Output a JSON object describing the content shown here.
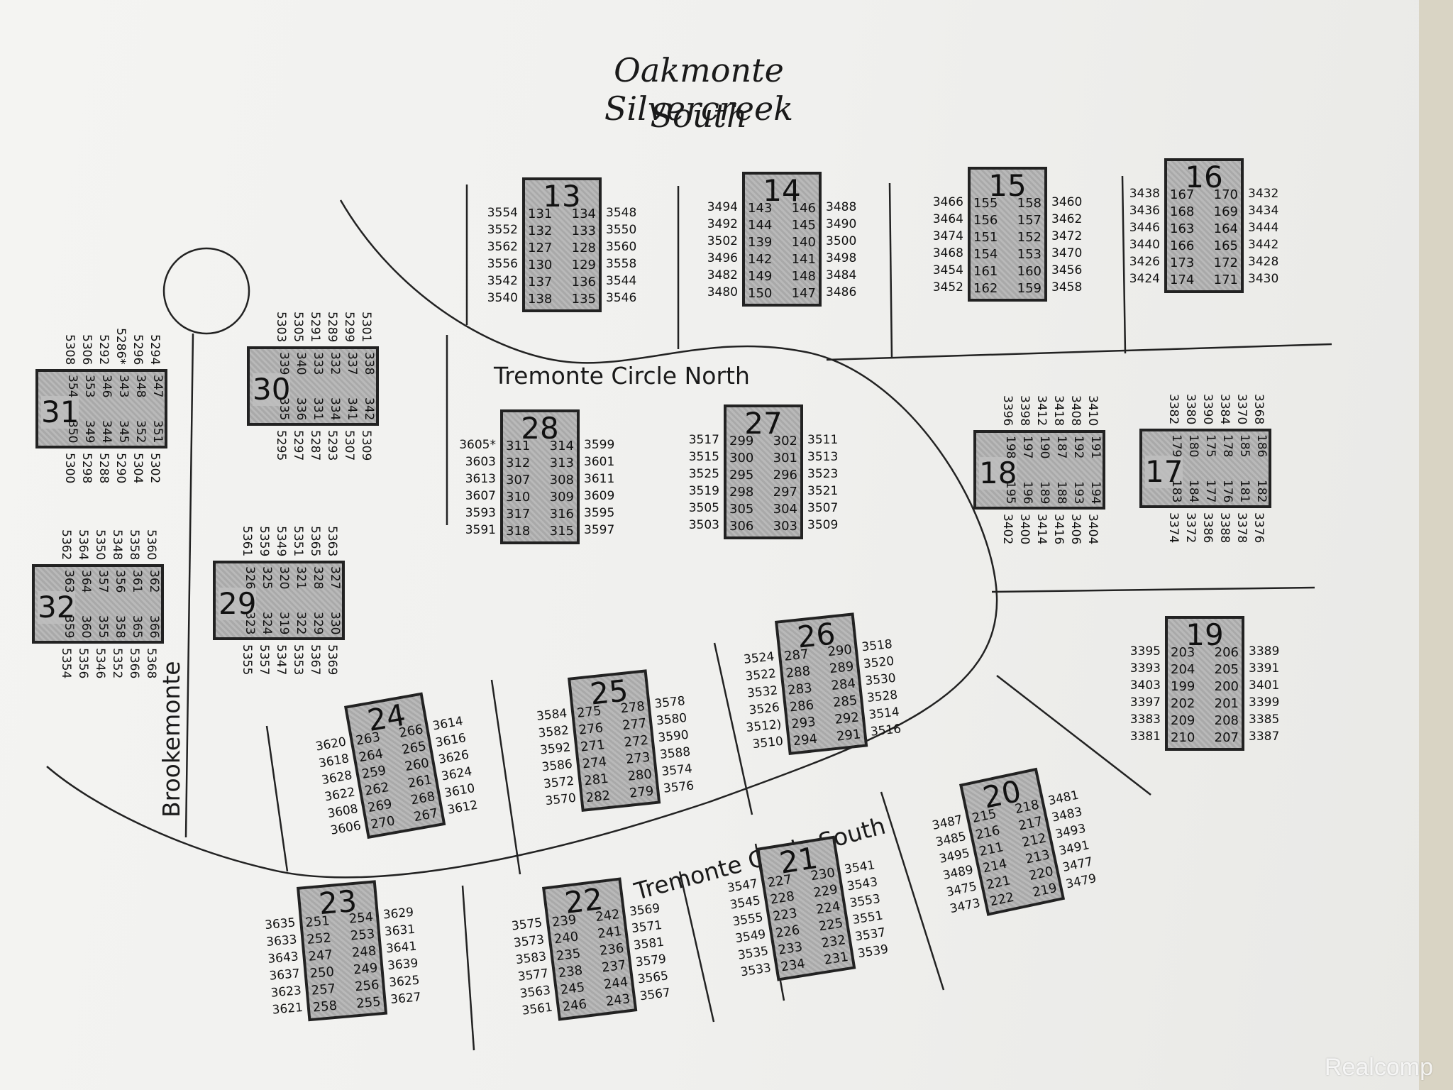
{
  "title": {
    "line1": "Oakmonte Silvercreek",
    "line2": "South"
  },
  "roads": {
    "north": "Tremonte Circle North",
    "south": "Tremonte Circle South",
    "brooke": "Brookemonte"
  },
  "watermark": "Realcomp",
  "buildings": [
    {
      "num": "13",
      "left": [
        "131",
        "132",
        "127",
        "130",
        "137",
        "138"
      ],
      "right": [
        "134",
        "133",
        "128",
        "129",
        "136",
        "135"
      ],
      "addrLeft": [
        "3554",
        "3552",
        "3562",
        "3556",
        "3542",
        "3540"
      ],
      "addrRight": [
        "3548",
        "3550",
        "3560",
        "3558",
        "3544",
        "3546"
      ]
    },
    {
      "num": "14",
      "left": [
        "143",
        "144",
        "139",
        "142",
        "149",
        "150"
      ],
      "right": [
        "146",
        "145",
        "140",
        "141",
        "148",
        "147"
      ],
      "addrLeft": [
        "3494",
        "3492",
        "3502",
        "3496",
        "3482",
        "3480"
      ],
      "addrRight": [
        "3488",
        "3490",
        "3500",
        "3498",
        "3484",
        "3486"
      ]
    },
    {
      "num": "15",
      "left": [
        "155",
        "156",
        "151",
        "154",
        "161",
        "162"
      ],
      "right": [
        "158",
        "157",
        "152",
        "153",
        "160",
        "159"
      ],
      "addrLeft": [
        "3466",
        "3464",
        "3474",
        "3468",
        "3454",
        "3452"
      ],
      "addrRight": [
        "3460",
        "3462",
        "3472",
        "3470",
        "3456",
        "3458"
      ]
    },
    {
      "num": "16",
      "left": [
        "167",
        "168",
        "163",
        "166",
        "173",
        "174"
      ],
      "right": [
        "170",
        "169",
        "164",
        "165",
        "172",
        "171"
      ],
      "addrLeft": [
        "3438",
        "3436",
        "3446",
        "3440",
        "3426",
        "3424"
      ],
      "addrRight": [
        "3432",
        "3434",
        "3444",
        "3442",
        "3428",
        "3430"
      ]
    },
    {
      "num": "28",
      "left": [
        "311",
        "312",
        "307",
        "310",
        "317",
        "318"
      ],
      "right": [
        "314",
        "313",
        "308",
        "309",
        "316",
        "315"
      ],
      "addrLeft": [
        "3605*",
        "3603",
        "3613",
        "3607",
        "3593",
        "3591"
      ],
      "addrRight": [
        "3599",
        "3601",
        "3611",
        "3609",
        "3595",
        "3597"
      ]
    },
    {
      "num": "27",
      "left": [
        "299",
        "300",
        "295",
        "298",
        "305",
        "306"
      ],
      "right": [
        "302",
        "301",
        "296",
        "297",
        "304",
        "303"
      ],
      "addrLeft": [
        "3517",
        "3515",
        "3525",
        "3519",
        "3505",
        "3503"
      ],
      "addrRight": [
        "3511",
        "3513",
        "3523",
        "3521",
        "3507",
        "3509"
      ]
    },
    {
      "num": "19",
      "left": [
        "203",
        "204",
        "199",
        "202",
        "209",
        "210"
      ],
      "right": [
        "206",
        "205",
        "200",
        "201",
        "208",
        "207"
      ],
      "addrLeft": [
        "3395",
        "3393",
        "3403",
        "3397",
        "3383",
        "3381"
      ],
      "addrRight": [
        "3389",
        "3391",
        "3401",
        "3399",
        "3385",
        "3387"
      ]
    },
    {
      "num": "26",
      "left": [
        "287",
        "288",
        "283",
        "286",
        "293",
        "294"
      ],
      "right": [
        "290",
        "289",
        "284",
        "285",
        "292",
        "291"
      ],
      "addrLeft": [
        "3524",
        "3522",
        "3532",
        "3526",
        "3512)",
        "3510"
      ],
      "addrRight": [
        "3518",
        "3520",
        "3530",
        "3528",
        "3514",
        "3516"
      ]
    },
    {
      "num": "25",
      "left": [
        "275",
        "276",
        "271",
        "274",
        "281",
        "282"
      ],
      "right": [
        "278",
        "277",
        "272",
        "273",
        "280",
        "279"
      ],
      "addrLeft": [
        "3584",
        "3582",
        "3592",
        "3586",
        "3572",
        "3570"
      ],
      "addrRight": [
        "3578",
        "3580",
        "3590",
        "3588",
        "3574",
        "3576"
      ]
    },
    {
      "num": "24",
      "left": [
        "263",
        "264",
        "259",
        "262",
        "269",
        "270"
      ],
      "right": [
        "266",
        "265",
        "260",
        "261",
        "268",
        "267"
      ],
      "addrLeft": [
        "3620",
        "3618",
        "3628",
        "3622",
        "3608",
        "3606"
      ],
      "addrRight": [
        "3614",
        "3616",
        "3626",
        "3624",
        "3610",
        "3612"
      ]
    },
    {
      "num": "20",
      "left": [
        "215",
        "216",
        "211",
        "214",
        "221",
        "222"
      ],
      "right": [
        "218",
        "217",
        "212",
        "213",
        "220",
        "219"
      ],
      "addrLeft": [
        "3487",
        "3485",
        "3495",
        "3489",
        "3475",
        "3473"
      ],
      "addrRight": [
        "3481",
        "3483",
        "3493",
        "3491",
        "3477",
        "3479"
      ]
    },
    {
      "num": "21",
      "left": [
        "227",
        "228",
        "223",
        "226",
        "233",
        "234"
      ],
      "right": [
        "230",
        "229",
        "224",
        "225",
        "232",
        "231"
      ],
      "addrLeft": [
        "3547",
        "3545",
        "3555",
        "3549",
        "3535",
        "3533"
      ],
      "addrRight": [
        "3541",
        "3543",
        "3553",
        "3551",
        "3537",
        "3539"
      ]
    },
    {
      "num": "22",
      "left": [
        "239",
        "240",
        "235",
        "238",
        "245",
        "246"
      ],
      "right": [
        "242",
        "241",
        "236",
        "237",
        "244",
        "243"
      ],
      "addrLeft": [
        "3575",
        "3573",
        "3583",
        "3577",
        "3563",
        "3561"
      ],
      "addrRight": [
        "3569",
        "3571",
        "3581",
        "3579",
        "3565",
        "3567"
      ]
    },
    {
      "num": "23",
      "left": [
        "251",
        "252",
        "247",
        "250",
        "257",
        "258"
      ],
      "right": [
        "254",
        "253",
        "248",
        "249",
        "256",
        "255"
      ],
      "addrLeft": [
        "3635",
        "3633",
        "3643",
        "3637",
        "3623",
        "3621"
      ],
      "addrRight": [
        "3629",
        "3631",
        "3641",
        "3639",
        "3625",
        "3627"
      ]
    }
  ],
  "sideways": [
    {
      "num": "18",
      "top": [
        "198",
        "197",
        "190",
        "187",
        "192",
        "191"
      ],
      "bottom": [
        "195",
        "196",
        "189",
        "188",
        "193",
        "194"
      ],
      "addrTop": [
        "3396",
        "3398",
        "3412",
        "3418",
        "3408",
        "3410"
      ],
      "addrBottom": [
        "3402",
        "3400",
        "3414",
        "3416",
        "3406",
        "3404"
      ]
    },
    {
      "num": "17",
      "top": [
        "179",
        "180",
        "175",
        "178",
        "185",
        "186"
      ],
      "bottom": [
        "183",
        "184",
        "177",
        "176",
        "181",
        "182"
      ],
      "addrTop": [
        "3382",
        "3380",
        "3390",
        "3384",
        "3370",
        "3368"
      ],
      "addrBottom": [
        "3374",
        "3372",
        "3386",
        "3388",
        "3378",
        "3376"
      ]
    },
    {
      "num": "31",
      "top": [
        "354",
        "353",
        "346",
        "343",
        "348",
        "347"
      ],
      "bottom": [
        "350",
        "349",
        "344",
        "345",
        "352",
        "351"
      ],
      "addrTop": [
        "5308",
        "5306",
        "5292",
        "5286*",
        "5296",
        "5294"
      ],
      "addrBottom": [
        "5300",
        "5298",
        "5288",
        "5290",
        "5304",
        "5302"
      ]
    },
    {
      "num": "30",
      "top": [
        "339",
        "340",
        "333",
        "332",
        "337",
        "338"
      ],
      "bottom": [
        "335",
        "336",
        "331",
        "334",
        "341",
        "342"
      ],
      "addrTop": [
        "5303",
        "5305",
        "5291",
        "5289",
        "5299",
        "5301"
      ],
      "addrBottom": [
        "5295",
        "5297",
        "5287",
        "5293",
        "5307",
        "5309"
      ]
    },
    {
      "num": "32",
      "top": [
        "363",
        "364",
        "357",
        "356",
        "361",
        "362"
      ],
      "bottom": [
        "359",
        "360",
        "355",
        "358",
        "365",
        "366"
      ],
      "addrTop": [
        "5362",
        "5364",
        "5350",
        "5348",
        "5358",
        "5360"
      ],
      "addrBottom": [
        "5354",
        "5356",
        "5346",
        "5352",
        "5366",
        "5368"
      ]
    },
    {
      "num": "29",
      "top": [
        "326",
        "325",
        "320",
        "321",
        "328",
        "327"
      ],
      "bottom": [
        "323",
        "324",
        "319",
        "322",
        "329",
        "330"
      ],
      "addrTop": [
        "5361",
        "5359",
        "5349",
        "5351",
        "5365",
        "5363"
      ],
      "addrBottom": [
        "5355",
        "5357",
        "5347",
        "5353",
        "5367",
        "5369"
      ]
    }
  ]
}
